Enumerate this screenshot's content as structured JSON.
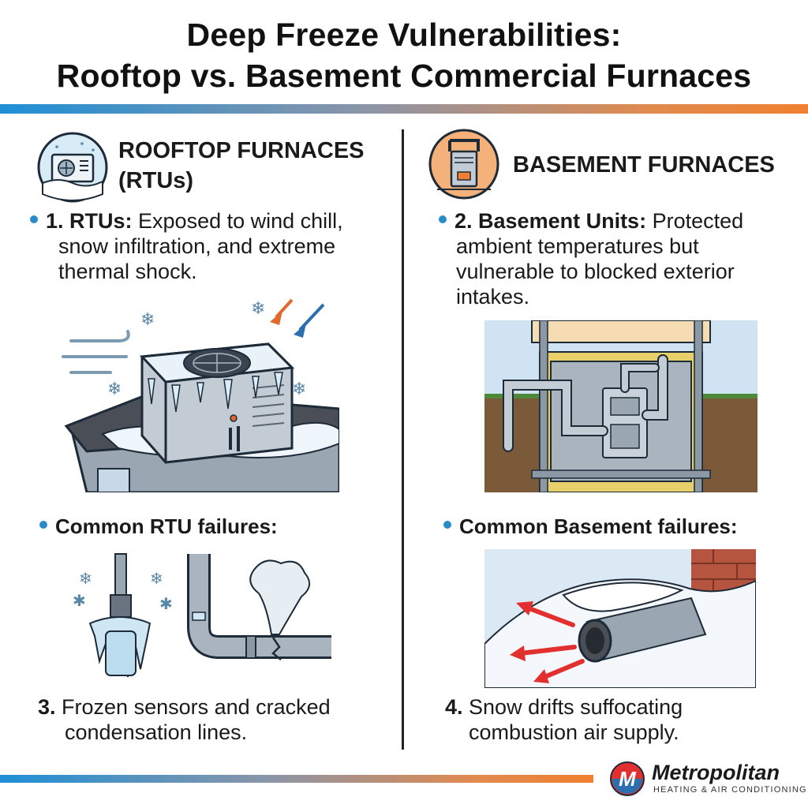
{
  "title": {
    "line1": "Deep Freeze Vulnerabilities:",
    "line2": "Rooftop vs. Basement Commercial Furnaces"
  },
  "left": {
    "heading_line1": "ROOFTOP FURNACES",
    "heading_line2": "(RTUs)",
    "icon": "rooftop-unit-icon",
    "point_label": "1. RTUs:",
    "point_line1": " Exposed to wind chill,",
    "point_line2": "snow infiltration, and extreme",
    "point_line3": "thermal shock.",
    "failures_heading": "Common RTU failures:",
    "caption_num": "3.",
    "caption_line1": " Frozen sensors and cracked",
    "caption_line2": "condensation lines."
  },
  "right": {
    "heading": "BASEMENT FURNACES",
    "icon": "basement-furnace-icon",
    "point_label": "2. Basement Units:",
    "point_line1": " Protected",
    "point_line2": "ambient temperatures but",
    "point_line3": "vulnerable to blocked exterior",
    "point_line4": "intakes.",
    "failures_heading": "Common Basement failures:",
    "caption_num": "4.",
    "caption_line1": " Snow drifts suffocating",
    "caption_line2": "combustion air supply."
  },
  "brand": {
    "name": "Metropolitan",
    "tagline": "HEATING & AIR CONDITIONING",
    "mark": "M"
  },
  "colors": {
    "accent_blue": "#2b8bc9",
    "accent_orange": "#f08030",
    "ice": "#cfe6f3",
    "brick": "#b5543f"
  }
}
